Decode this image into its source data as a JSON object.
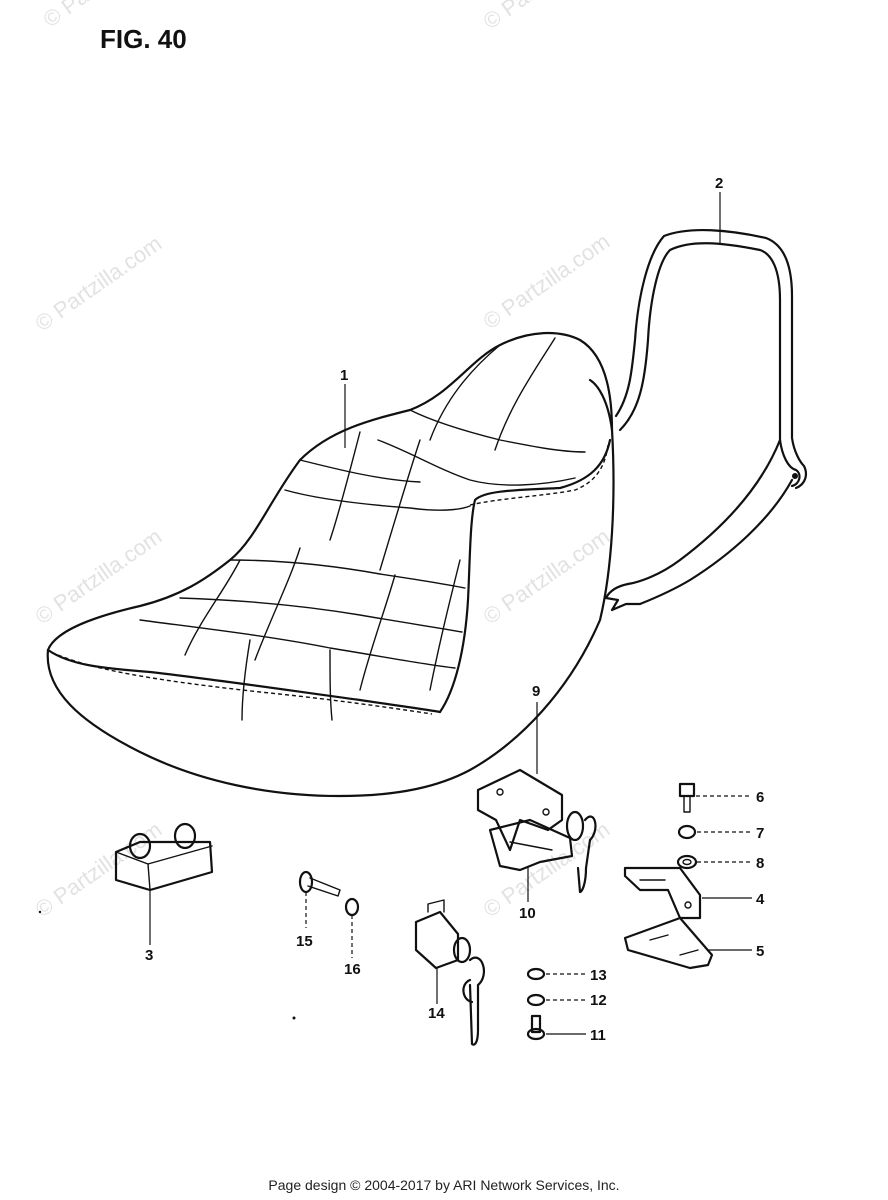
{
  "figure_title": "FIG. 40",
  "watermark": "© Partzilla.com",
  "footer": "Page design © 2004-2017 by ARI Network Services, Inc.",
  "callouts": [
    {
      "id": "1",
      "label": "1"
    },
    {
      "id": "2",
      "label": "2"
    },
    {
      "id": "3",
      "label": "3"
    },
    {
      "id": "4",
      "label": "4"
    },
    {
      "id": "5",
      "label": "5"
    },
    {
      "id": "6",
      "label": "6"
    },
    {
      "id": "7",
      "label": "7"
    },
    {
      "id": "8",
      "label": "8"
    },
    {
      "id": "9",
      "label": "9"
    },
    {
      "id": "10",
      "label": "10"
    },
    {
      "id": "11",
      "label": "11"
    },
    {
      "id": "12",
      "label": "12"
    },
    {
      "id": "13",
      "label": "13"
    },
    {
      "id": "14",
      "label": "14"
    },
    {
      "id": "15",
      "label": "15"
    },
    {
      "id": "16",
      "label": "16"
    }
  ]
}
